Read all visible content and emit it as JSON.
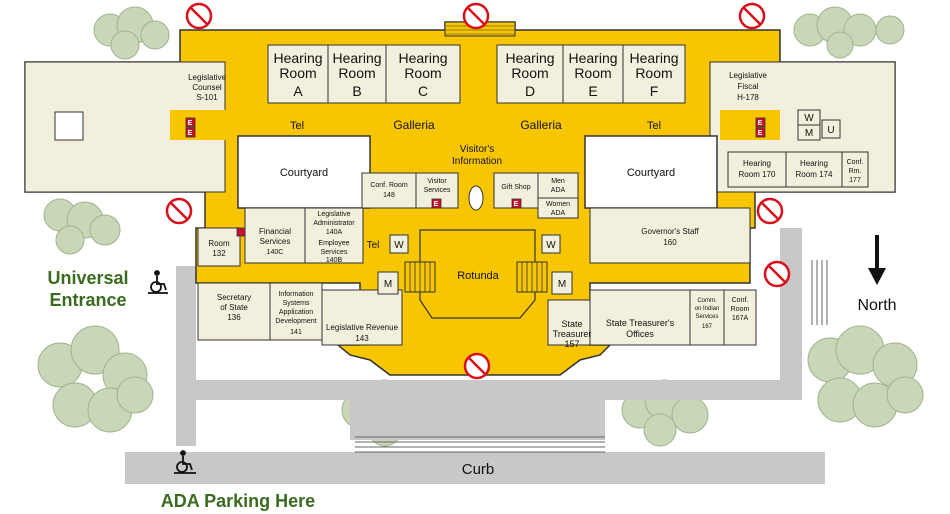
{
  "hearing_rooms": [
    {
      "line1": "Hearing",
      "line2": "Room",
      "letter": "A"
    },
    {
      "line1": "Hearing",
      "line2": "Room",
      "letter": "B"
    },
    {
      "line1": "Hearing",
      "line2": "Room",
      "letter": "C"
    },
    {
      "line1": "Hearing",
      "line2": "Room",
      "letter": "D"
    },
    {
      "line1": "Hearing",
      "line2": "Room",
      "letter": "E"
    },
    {
      "line1": "Hearing",
      "line2": "Room",
      "letter": "F"
    }
  ],
  "galleria": [
    "Galleria",
    "Galleria"
  ],
  "tel": [
    "Tel",
    "Tel",
    "Tel"
  ],
  "visitor_info": [
    "Visitor's",
    "Information"
  ],
  "courtyards": [
    "Courtyard",
    "Courtyard"
  ],
  "rotunda": "Rotunda",
  "rooms": {
    "leg_counsel": [
      "Legislative",
      "Counsel",
      "S-101"
    ],
    "leg_fiscal": [
      "Legislative",
      "Fiscal",
      "H-178"
    ],
    "hearing_170": [
      "Hearing",
      "Room 170"
    ],
    "hearing_174": [
      "Hearing",
      "Room 174"
    ],
    "conf_177": [
      "Conf.",
      "Rm.",
      "177"
    ],
    "conf_148": [
      "Conf. Room",
      "148"
    ],
    "visitor_services": [
      "Visitor",
      "Services"
    ],
    "gift_shop": "Gift Shop",
    "men_ada": [
      "Men",
      "ADA"
    ],
    "women_ada": [
      "Women",
      "ADA"
    ],
    "room_132": [
      "Room",
      "132"
    ],
    "financial": [
      "Financial",
      "Services",
      "140C"
    ],
    "leg_admin": [
      "Legislative",
      "Administrator",
      "140A"
    ],
    "employee": [
      "Employee",
      "Services",
      "140B"
    ],
    "governor": [
      "Governor's Staff",
      "160"
    ],
    "secretary": [
      "Secretary",
      "of State",
      "136"
    ],
    "info_systems": [
      "Information",
      "Systems",
      "Application",
      "Development",
      "141"
    ],
    "leg_revenue": [
      "Legislative Revenue",
      "143"
    ],
    "state_treasurer": [
      "State",
      "Treasurer",
      "157"
    ],
    "treasurer_offices": [
      "State Treasurer's",
      "Offices"
    ],
    "indian_services": [
      "Comm.",
      "on Indian",
      "Services",
      "167"
    ],
    "conf_167a": [
      "Conf.",
      "Room",
      "167A"
    ]
  },
  "restroom_marks": {
    "w": "W",
    "m": "M",
    "u": "U"
  },
  "elevator_mark": "E",
  "universal_entrance": [
    "Universal",
    "Entrance"
  ],
  "ada_parking": "ADA Parking Here",
  "curb": "Curb",
  "north": "North",
  "colors": {
    "galleria": "#f7c600",
    "room": "#f2efdc",
    "walkway": "#c8c8c8",
    "tree": "#c9d7b8",
    "accent_green": "#3b6b1f",
    "no_access_red": "#d9101c"
  }
}
